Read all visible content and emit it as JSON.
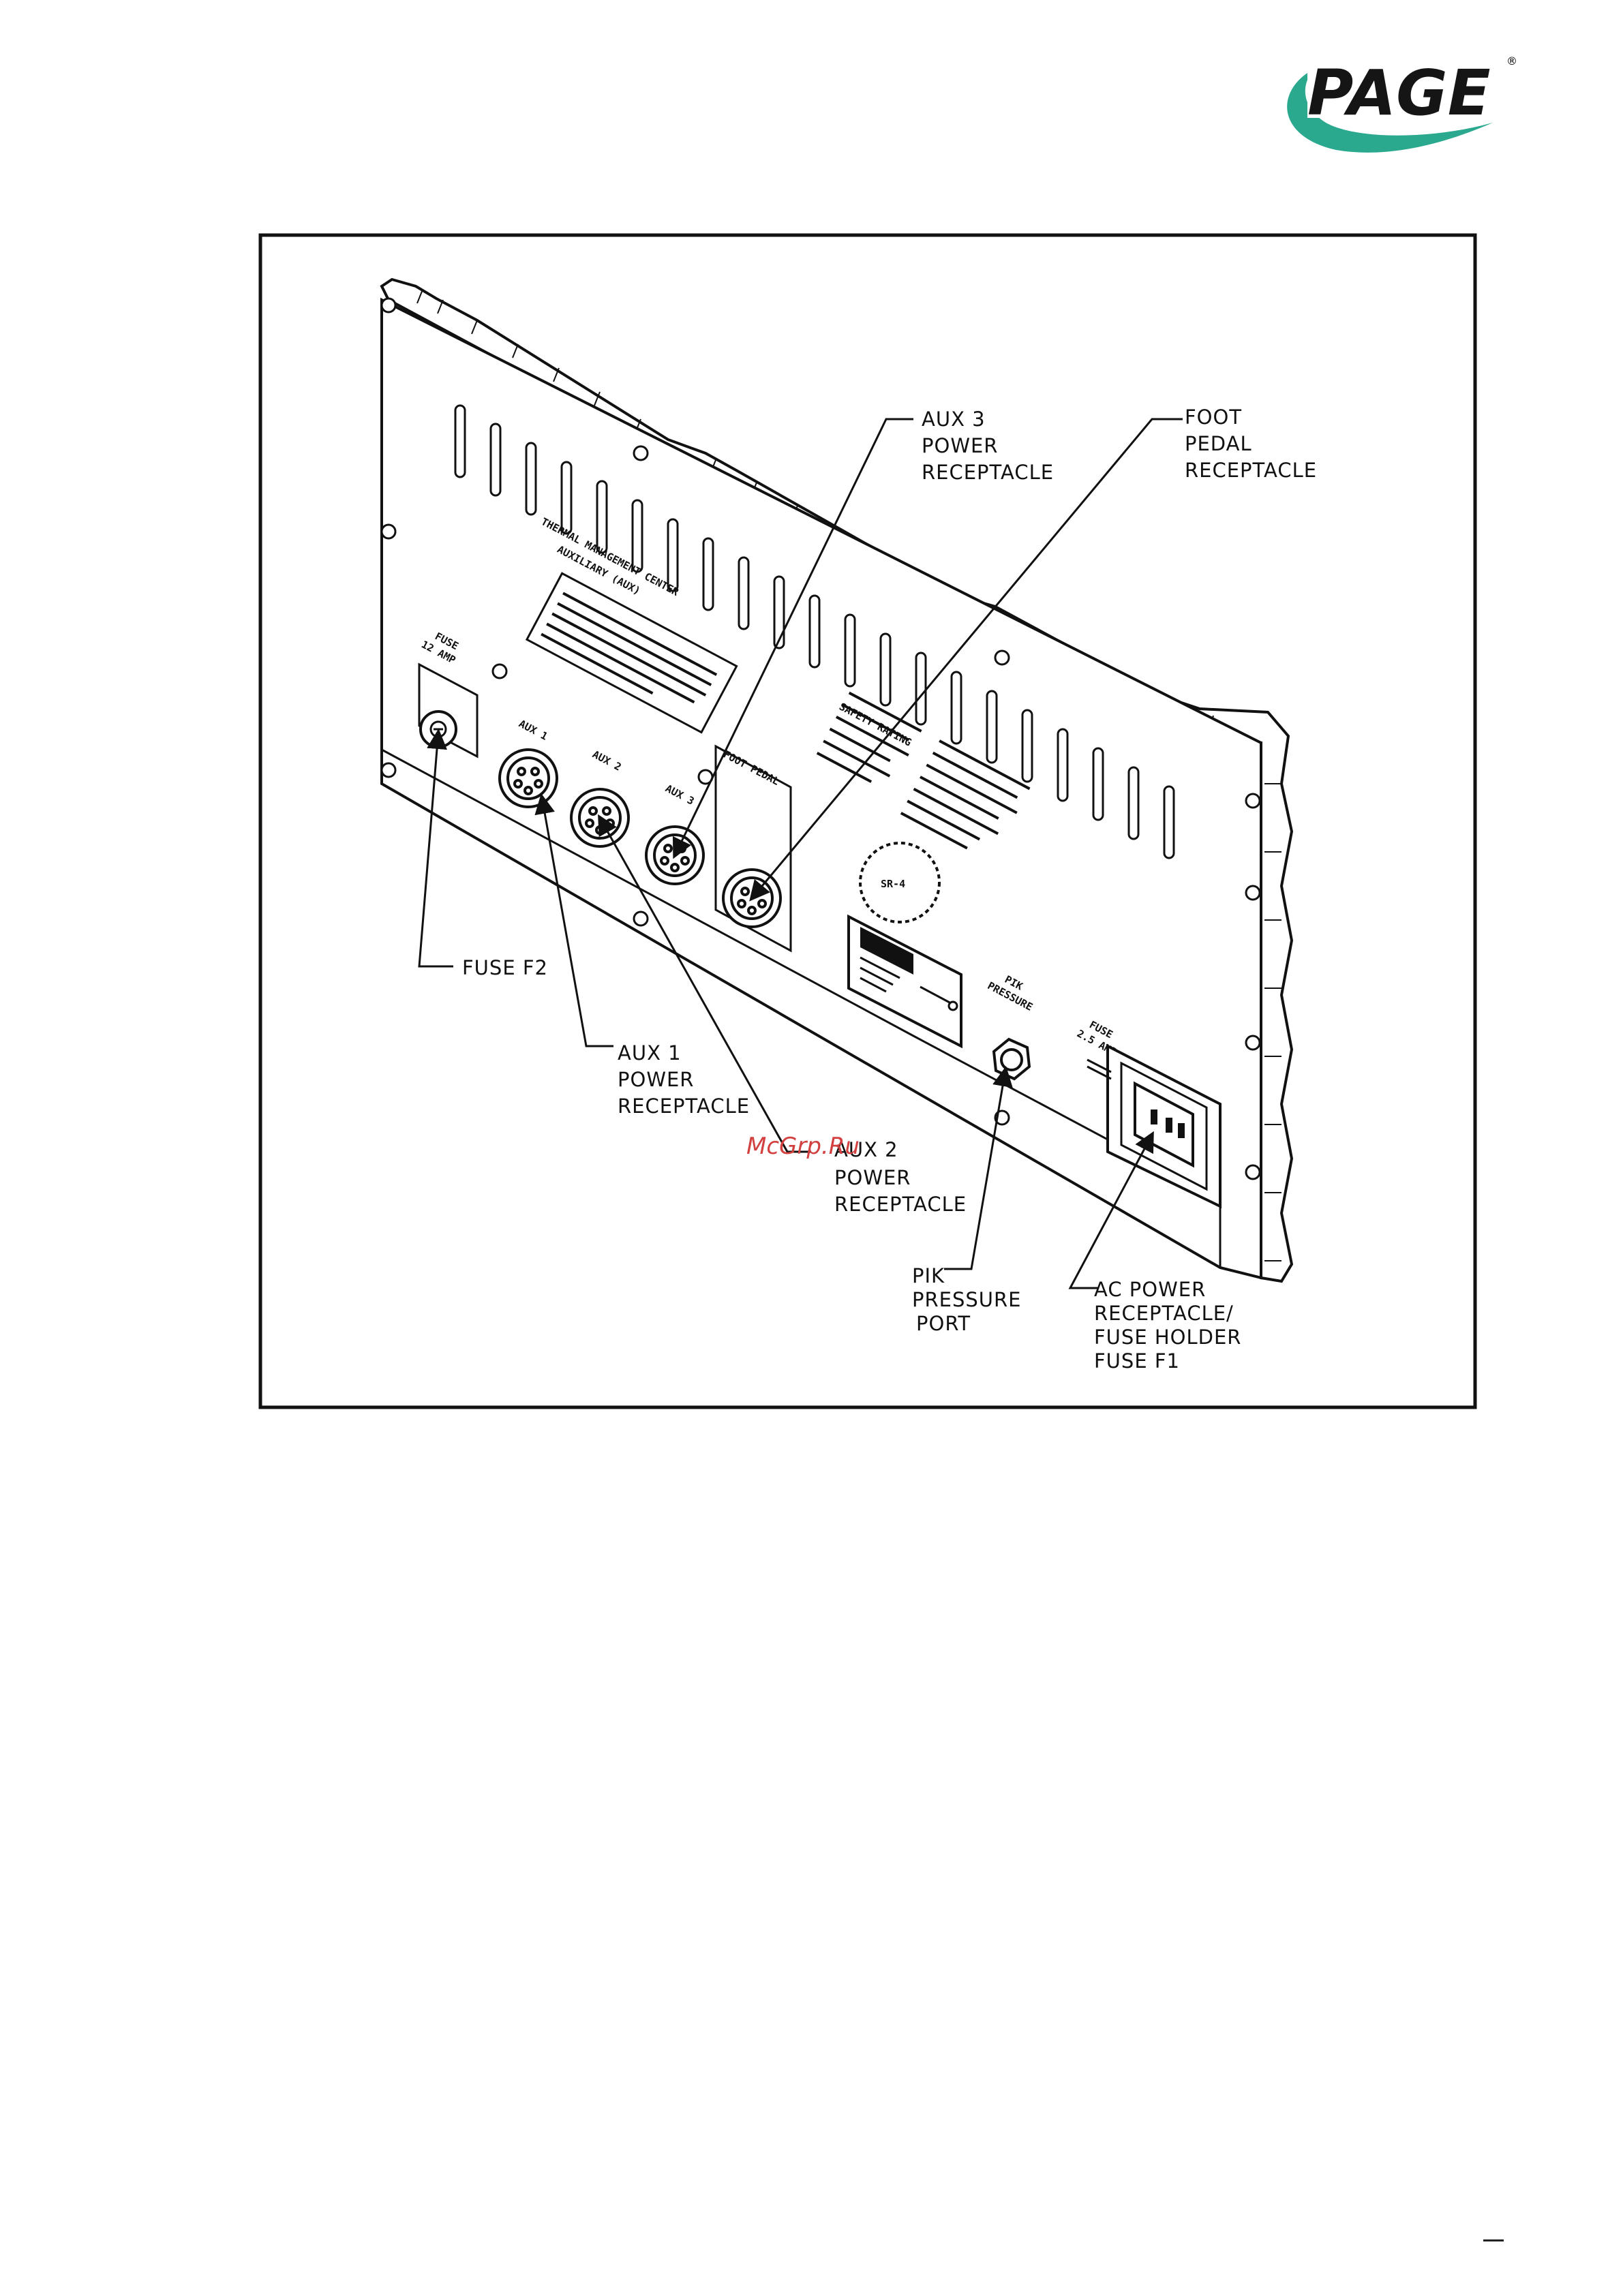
{
  "logo": {
    "text": "PAGE",
    "registered": "®",
    "swoosh_color": "#2aa98f"
  },
  "watermark": {
    "text": "McGrp.Ru"
  },
  "panel": {
    "title_line1": "THERMAL MANAGEMENT CENTER",
    "title_line2": "AUXILIARY (AUX)",
    "fuse_small_line1": "FUSE",
    "fuse_small_line2": "12 AMP",
    "aux1_small": "AUX 1",
    "aux2_small": "AUX 2",
    "aux3_small": "AUX 3",
    "foot_pedal_small": "FOOT PEDAL",
    "safety_rating": "SAFETY RATING",
    "sr_badge": "SR-4",
    "pik_small_line1": "PIK",
    "pik_small_line2": "PRESSURE",
    "fuse25_line1": "FUSE",
    "fuse25_line2": "2.5 AMP"
  },
  "callouts": {
    "aux3": [
      "AUX 3",
      "POWER",
      "RECEPTACLE"
    ],
    "foot": [
      "FOOT",
      "PEDAL",
      "RECEPTACLE"
    ],
    "fuse_f2": [
      "FUSE F2"
    ],
    "aux1": [
      "AUX 1",
      "POWER",
      "RECEPTACLE"
    ],
    "aux2": [
      "AUX 2",
      "POWER",
      "RECEPTACLE"
    ],
    "pik": [
      "PIK",
      "PRESSURE",
      "PORT"
    ],
    "ac": [
      "AC POWER",
      "RECEPTACLE/",
      "FUSE HOLDER",
      "FUSE F1"
    ]
  }
}
